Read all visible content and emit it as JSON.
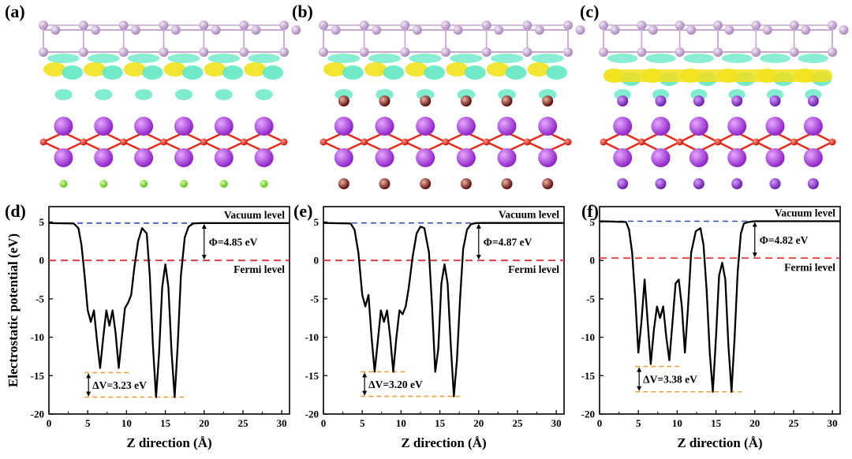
{
  "panel_labels": {
    "a": "(a)",
    "b": "(b)",
    "c": "(c)",
    "d": "(d)",
    "e": "(e)",
    "f": "(f)"
  },
  "colors": {
    "charge_accumulation": "#f2e21c",
    "charge_depletion": "#62e8c4",
    "top_layer_atom": "#c9a8d6",
    "metal_atom": "#b23fe0",
    "oxygen_atom": "#e82a1a",
    "bottom_atom_a": "#8fe03a",
    "bottom_atom_b": "#7a1a1a",
    "bottom_atom_c": "#8c35c8",
    "curve": "#000000",
    "vacuum_line": "#2f4fb8",
    "fermi_line": "#e23232",
    "delta_v_line": "#e8a23a"
  },
  "chart_data": [
    {
      "panel": "d",
      "type": "line",
      "xlabel": "Z direction (Å)",
      "ylabel": "Electrostatic potential (eV)",
      "xlim": [
        0,
        31
      ],
      "ylim": [
        -20,
        7
      ],
      "xticks": [
        0,
        5,
        10,
        15,
        20,
        25,
        30
      ],
      "yticks": [
        5,
        0,
        -5,
        -10,
        -15,
        -20
      ],
      "vacuum_level": 4.85,
      "fermi_level": 0,
      "vacuum_label": "Vacuum level",
      "fermi_label": "Fermi level",
      "phi_label": "Φ=4.85 eV",
      "dv_label": "ΔV=3.23 eV",
      "dv_upper": -14.6,
      "dv_lower": -17.8,
      "dv_range": [
        4.6,
        17.5
      ],
      "x": [
        0,
        3.2,
        3.8,
        4.2,
        4.6,
        5.0,
        5.4,
        5.8,
        6.2,
        6.6,
        7.0,
        7.4,
        7.8,
        8.2,
        8.6,
        9.0,
        9.4,
        9.8,
        10.2,
        10.6,
        11.0,
        11.5,
        12.0,
        12.6,
        13.0,
        13.4,
        13.8,
        14.2,
        14.6,
        15.0,
        15.4,
        15.8,
        16.2,
        16.6,
        17.0,
        17.5,
        18.0,
        18.6,
        19.5,
        25,
        31
      ],
      "y": [
        4.85,
        4.8,
        4.2,
        2.0,
        -2.0,
        -6.5,
        -8.0,
        -6.5,
        -10.5,
        -14.0,
        -10.0,
        -6.5,
        -8.5,
        -6.5,
        -9.5,
        -14.0,
        -10.0,
        -6.2,
        -5.5,
        -4.5,
        -1.0,
        2.5,
        4.2,
        3.5,
        -2.0,
        -11.0,
        -17.8,
        -12.0,
        -3.5,
        -0.5,
        -3.5,
        -12.0,
        -17.8,
        -11.0,
        -2.0,
        3.0,
        4.4,
        4.8,
        4.85,
        4.85,
        4.85
      ]
    },
    {
      "panel": "e",
      "type": "line",
      "xlabel": "Z direction (Å)",
      "ylabel": "",
      "xlim": [
        0,
        31
      ],
      "ylim": [
        -20,
        7
      ],
      "xticks": [
        0,
        5,
        10,
        15,
        20,
        25,
        30
      ],
      "yticks": [
        5,
        0,
        -5,
        -10,
        -15,
        -20
      ],
      "vacuum_level": 4.87,
      "fermi_level": 0,
      "vacuum_label": "Vacuum level",
      "fermi_label": "Fermi level",
      "phi_label": "Φ=4.87 eV",
      "dv_label": "ΔV=3.20 eV",
      "dv_upper": -14.5,
      "dv_lower": -17.7,
      "dv_range": [
        4.8,
        17.6
      ],
      "x": [
        0,
        3.5,
        4.0,
        4.5,
        5.0,
        5.4,
        5.8,
        6.2,
        6.6,
        7.0,
        7.4,
        7.8,
        8.2,
        8.6,
        9.0,
        9.4,
        9.8,
        10.2,
        10.6,
        11.0,
        11.5,
        12.0,
        12.5,
        13.0,
        13.6,
        14.0,
        14.4,
        14.8,
        15.2,
        15.6,
        16.0,
        16.4,
        16.8,
        17.2,
        17.6,
        18.0,
        18.5,
        19.0,
        19.6,
        20.5,
        25,
        31
      ],
      "y": [
        4.87,
        4.8,
        4.0,
        1.0,
        -4.5,
        -6.0,
        -4.5,
        -10.0,
        -14.5,
        -10.5,
        -6.5,
        -8.0,
        -6.5,
        -10.0,
        -14.5,
        -10.0,
        -6.5,
        -7.0,
        -6.0,
        -3.5,
        0.5,
        3.5,
        4.4,
        4.2,
        1.0,
        -6.0,
        -14.5,
        -11.5,
        -3.0,
        -0.5,
        -3.0,
        -11.0,
        -17.7,
        -13.0,
        -5.0,
        1.5,
        4.0,
        4.7,
        4.85,
        4.87,
        4.87,
        4.87
      ]
    },
    {
      "panel": "f",
      "type": "line",
      "xlabel": "Z direction (Å)",
      "ylabel": "",
      "xlim": [
        0,
        31
      ],
      "ylim": [
        -20,
        7
      ],
      "xticks": [
        0,
        5,
        10,
        15,
        20,
        25,
        30
      ],
      "yticks": [
        5,
        0,
        -5,
        -10,
        -15,
        -20
      ],
      "vacuum_level": 5.1,
      "fermi_level": 0.3,
      "vacuum_label": "Vacuum level",
      "fermi_label": "Fermi level",
      "phi_label": "Φ=4.82 eV",
      "dv_label": "ΔV=3.38 eV",
      "dv_upper": -13.8,
      "dv_lower": -17.1,
      "dv_range": [
        4.6,
        18.3
      ],
      "x": [
        0,
        3.4,
        3.8,
        4.2,
        4.6,
        5.0,
        5.4,
        5.8,
        6.2,
        6.6,
        7.0,
        7.4,
        7.8,
        8.2,
        8.6,
        9.0,
        9.4,
        9.8,
        10.2,
        10.6,
        11.0,
        11.4,
        11.8,
        12.4,
        13.0,
        13.4,
        13.8,
        14.2,
        14.6,
        15.0,
        15.4,
        15.8,
        16.2,
        16.6,
        17.0,
        17.4,
        17.8,
        18.2,
        18.6,
        19.2,
        20.0,
        25,
        31
      ],
      "y": [
        5.1,
        5.0,
        4.0,
        1.0,
        -5.0,
        -12.0,
        -8.0,
        -2.5,
        -8.0,
        -13.5,
        -9.0,
        -6.0,
        -7.5,
        -6.0,
        -10.0,
        -13.0,
        -8.0,
        -3.0,
        -2.5,
        -6.0,
        -12.0,
        -6.0,
        1.0,
        3.8,
        4.2,
        2.0,
        -4.0,
        -12.0,
        -17.1,
        -10.0,
        -2.0,
        -0.3,
        -2.5,
        -11.0,
        -17.1,
        -10.0,
        -1.5,
        3.5,
        4.8,
        5.0,
        5.1,
        5.1,
        5.1
      ]
    }
  ]
}
